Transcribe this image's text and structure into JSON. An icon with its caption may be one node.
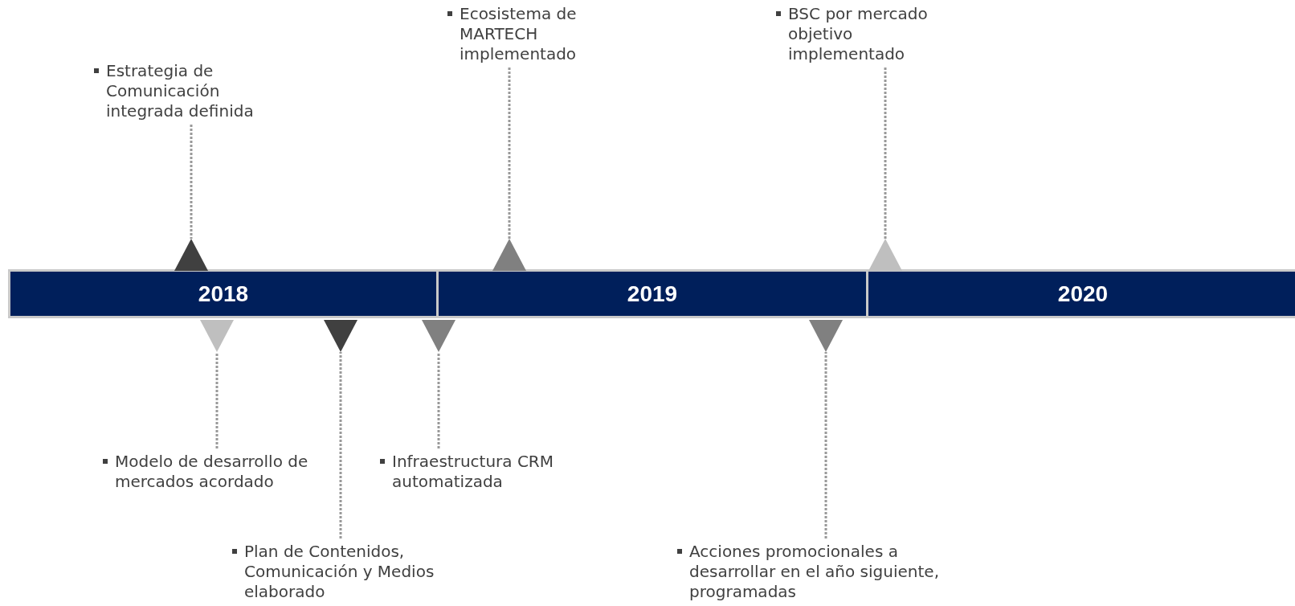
{
  "diagram": {
    "nodes": [
      {
        "text": [
          "2018"
        ]
      },
      {
        "text": [
          "2019"
        ]
      },
      {
        "text": [
          "2020"
        ]
      },
      {
        "text": [
          "Estrategia de Comunicación integrada definida"
        ]
      },
      {
        "text": [
          "Ecosistema de MARTECH implementado"
        ]
      },
      {
        "text": [
          "BSC por mercado objetivo implementado"
        ]
      },
      {
        "text": [
          "Modelo de desarrollo de mercados acordado"
        ]
      },
      {
        "text": [
          "Infraestructura CRM automatizada"
        ]
      },
      {
        "text": [
          "Plan de Contenidos, Comunicación y Medios elaborado"
        ]
      },
      {
        "text": [
          "Acciones promocionales a desarrollar en el año siguiente, programadas"
        ]
      },
      {
        "text": [],
        "shape": "triangle"
      },
      {
        "text": [],
        "shape": "triangle"
      },
      {
        "text": [],
        "shape": "triangle"
      },
      {
        "text": [],
        "shape": "triangle"
      },
      {
        "text": [],
        "shape": "triangle"
      },
      {
        "text": [],
        "shape": "triangle"
      },
      {
        "text": [],
        "shape": "triangle"
      }
    ],
    "edges": [
      {
        "from": 3,
        "to": 10,
        "arrow": "none",
        "style": "dashed"
      },
      {
        "from": 4,
        "to": 11,
        "arrow": "none",
        "style": "dashed"
      },
      {
        "from": 5,
        "to": 12,
        "arrow": "none",
        "style": "dashed"
      },
      {
        "from": 6,
        "to": 13,
        "arrow": "none",
        "style": "dashed"
      },
      {
        "from": 7,
        "to": 15,
        "arrow": "none",
        "style": "dashed"
      },
      {
        "from": 8,
        "to": 14,
        "arrow": "none",
        "style": "dashed"
      },
      {
        "from": 9,
        "to": 16,
        "arrow": "none",
        "style": "dashed"
      }
    ]
  }
}
